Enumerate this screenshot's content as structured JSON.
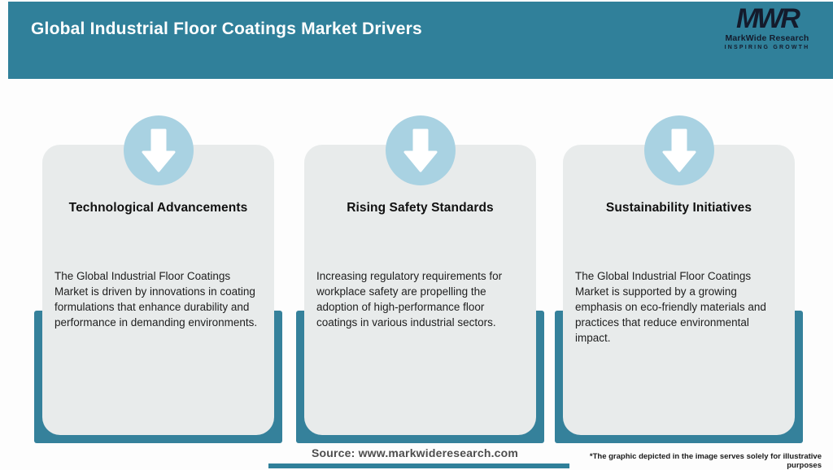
{
  "header": {
    "title": "Global Industrial Floor Coatings Market Drivers"
  },
  "logo": {
    "acronym": "MWR",
    "name": "MarkWide Research",
    "tagline": "INSPIRING GROWTH"
  },
  "cards": [
    {
      "title": "Technological Advancements",
      "description": "The Global Industrial Floor Coatings Market is driven by innovations in coating formulations that enhance durability and performance in demanding environments."
    },
    {
      "title": "Rising Safety Standards",
      "description": "Increasing regulatory requirements for workplace safety are propelling the adoption of high-performance floor coatings in various industrial sectors."
    },
    {
      "title": "Sustainability Initiatives",
      "description": "The Global Industrial Floor Coatings Market is supported by a growing emphasis on eco-friendly materials and practices that reduce environmental impact."
    }
  ],
  "footer": {
    "source": "Source: www.markwideresearch.com",
    "disclaimer": "*The graphic depicted in the image serves solely for illustrative purposes"
  },
  "colors": {
    "header_teal": "#30809a",
    "card_background": "#e8ebeb",
    "arrow_circle_blue": "#a9d2e2",
    "logo_navy": "#141b2c",
    "title_text": "#ffffff"
  },
  "icons": [
    {
      "name": "down-arrow-icon",
      "meaning": "market driver indicator arrow"
    }
  ]
}
